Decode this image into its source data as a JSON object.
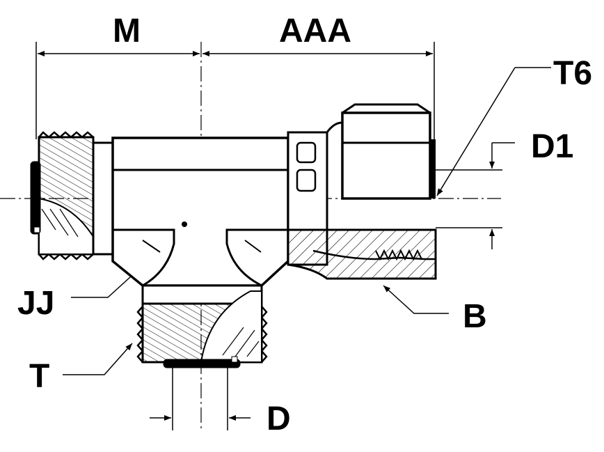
{
  "labels": {
    "m": "M",
    "aaa": "AAA",
    "t6": "T6",
    "d1": "D1",
    "jj": "JJ",
    "b": "B",
    "t": "T",
    "d": "D"
  },
  "colors": {
    "ink": "#000000",
    "background": "#ffffff"
  }
}
